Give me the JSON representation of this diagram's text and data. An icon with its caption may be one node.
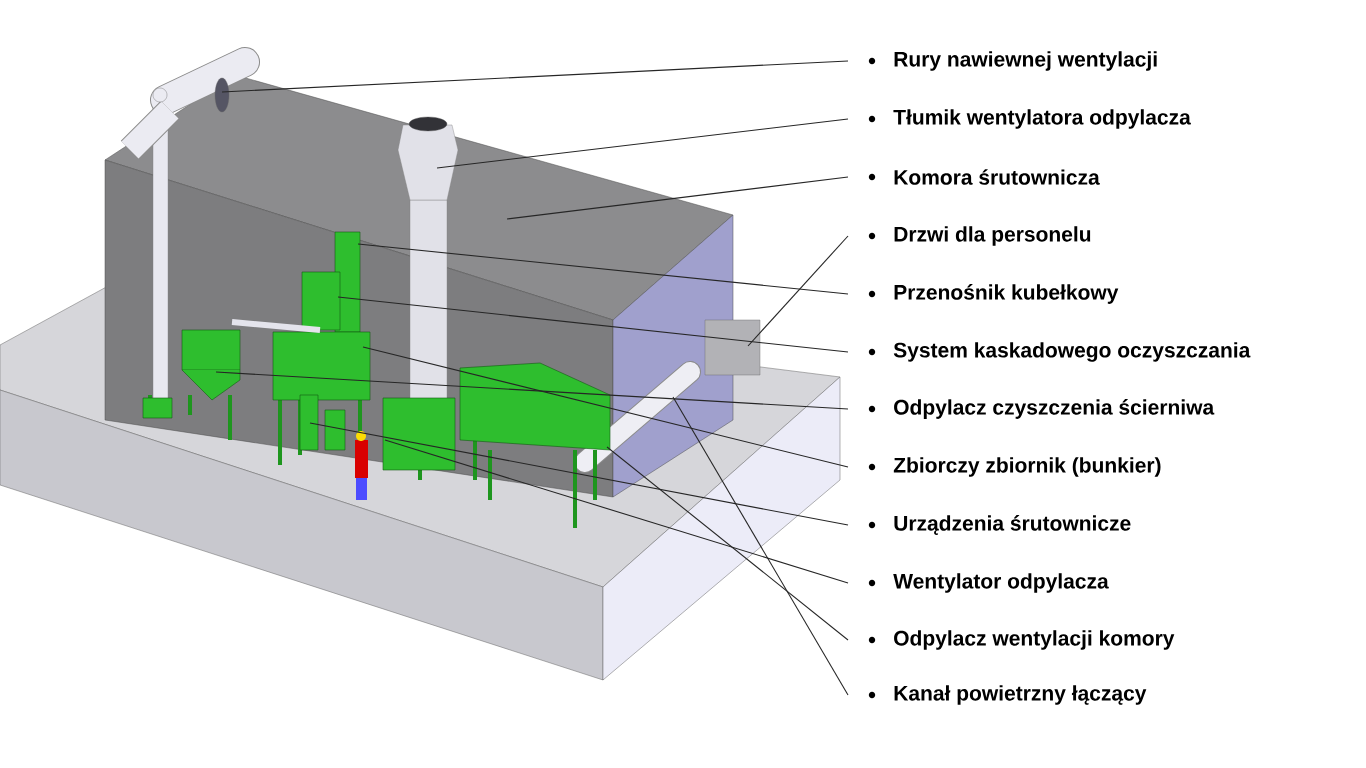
{
  "diagram": {
    "nodes": [
      {
        "text": [
          "Rury nawiewnej wentylacji"
        ]
      },
      {
        "text": [
          "Tłumik wentylatora odpylacza"
        ]
      },
      {
        "text": [
          "Komora śrutownicza"
        ]
      },
      {
        "text": [
          "Drzwi dla personelu"
        ]
      },
      {
        "text": [
          "Przenośnik kubełkowy"
        ]
      },
      {
        "text": [
          "System kaskadowego oczyszczania"
        ]
      },
      {
        "text": [
          "Odpylacz czyszczenia ścierniwa"
        ]
      },
      {
        "text": [
          "Zbiorczy zbiornik (bunkier)"
        ]
      },
      {
        "text": [
          "Urządzenia śrutownicze"
        ]
      },
      {
        "text": [
          "Wentylator odpylacza"
        ]
      },
      {
        "text": [
          "Odpylacz wentylacji komory"
        ]
      },
      {
        "text": [
          "Kanał powietrzny łączący"
        ]
      }
    ],
    "edges": [
      {
        "from": 0,
        "to": null,
        "arrow": "none"
      },
      {
        "from": 1,
        "to": null,
        "arrow": "none"
      },
      {
        "from": 2,
        "to": null,
        "arrow": "none"
      },
      {
        "from": 3,
        "to": null,
        "arrow": "none"
      },
      {
        "from": 4,
        "to": null,
        "arrow": "none"
      },
      {
        "from": 5,
        "to": null,
        "arrow": "none"
      },
      {
        "from": 6,
        "to": null,
        "arrow": "none"
      },
      {
        "from": 7,
        "to": null,
        "arrow": "none"
      },
      {
        "from": 8,
        "to": null,
        "arrow": "none"
      },
      {
        "from": 9,
        "to": null,
        "arrow": "none"
      },
      {
        "from": 10,
        "to": null,
        "arrow": "none"
      },
      {
        "from": 11,
        "to": null,
        "arrow": "none"
      }
    ]
  }
}
